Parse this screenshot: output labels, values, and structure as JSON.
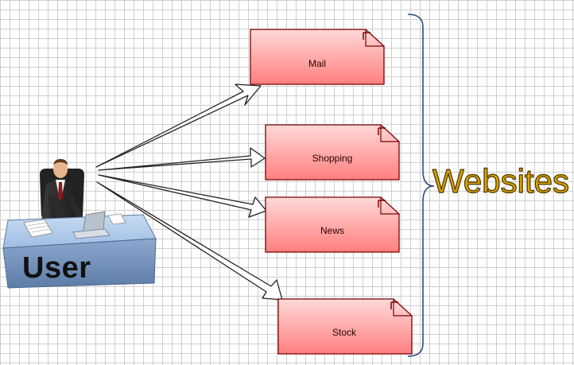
{
  "user": {
    "label": "User"
  },
  "group": {
    "label": "Websites"
  },
  "sites": [
    {
      "label": "Mail"
    },
    {
      "label": "Shopping"
    },
    {
      "label": "News"
    },
    {
      "label": "Stock"
    }
  ],
  "colors": {
    "box_fill_light": "#ffd6d6",
    "box_fill_dark": "#ff7a7a",
    "box_border": "#7a0000",
    "bracket": "#2e4d7a",
    "websites_text": "#e0a800",
    "desk_top": "#a9c4e6",
    "desk_front": "#6f8fb8"
  },
  "icons": {
    "user": "businessman-at-desk-icon",
    "site_box": "folded-corner-note-shape"
  }
}
